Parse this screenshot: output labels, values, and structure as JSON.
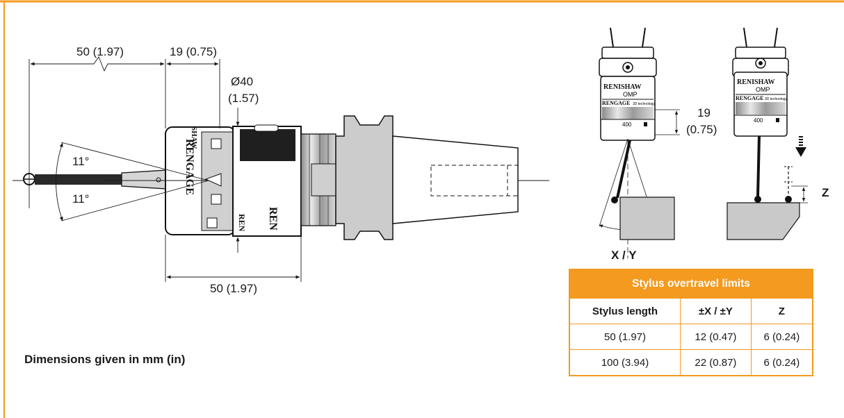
{
  "colors": {
    "frame": "#f39a1f",
    "table_header_bg": "#f39a1f",
    "body_grey": "#c9c9c9",
    "ink": "#1a1a1a"
  },
  "dimensions": {
    "stylus_length": "50 (1.97)",
    "offset": "19 (0.75)",
    "diameter_line1": "Ø40",
    "diameter_line2": "(1.57)",
    "body_length": "50 (1.97)",
    "angle_upper": "11°",
    "angle_lower": "11°",
    "window_line1": "19",
    "window_line2": "(0.75)"
  },
  "axis_labels": {
    "xy": "X / Y",
    "z": "Z"
  },
  "probe_marking": {
    "brand": "RENISHAW",
    "model": "OMP",
    "sub_brand": "RENGAGE",
    "sub_text": "3D technology",
    "number": "400"
  },
  "note": "Dimensions given in mm (in)",
  "overtravel_table": {
    "caption": "Stylus overtravel limits",
    "headers": [
      "Stylus length",
      "±X / ±Y",
      "Z"
    ],
    "rows": [
      [
        "50 (1.97)",
        "12 (0.47)",
        "6 (0.24)"
      ],
      [
        "100 (3.94)",
        "22 (0.87)",
        "6 (0.24)"
      ]
    ]
  }
}
